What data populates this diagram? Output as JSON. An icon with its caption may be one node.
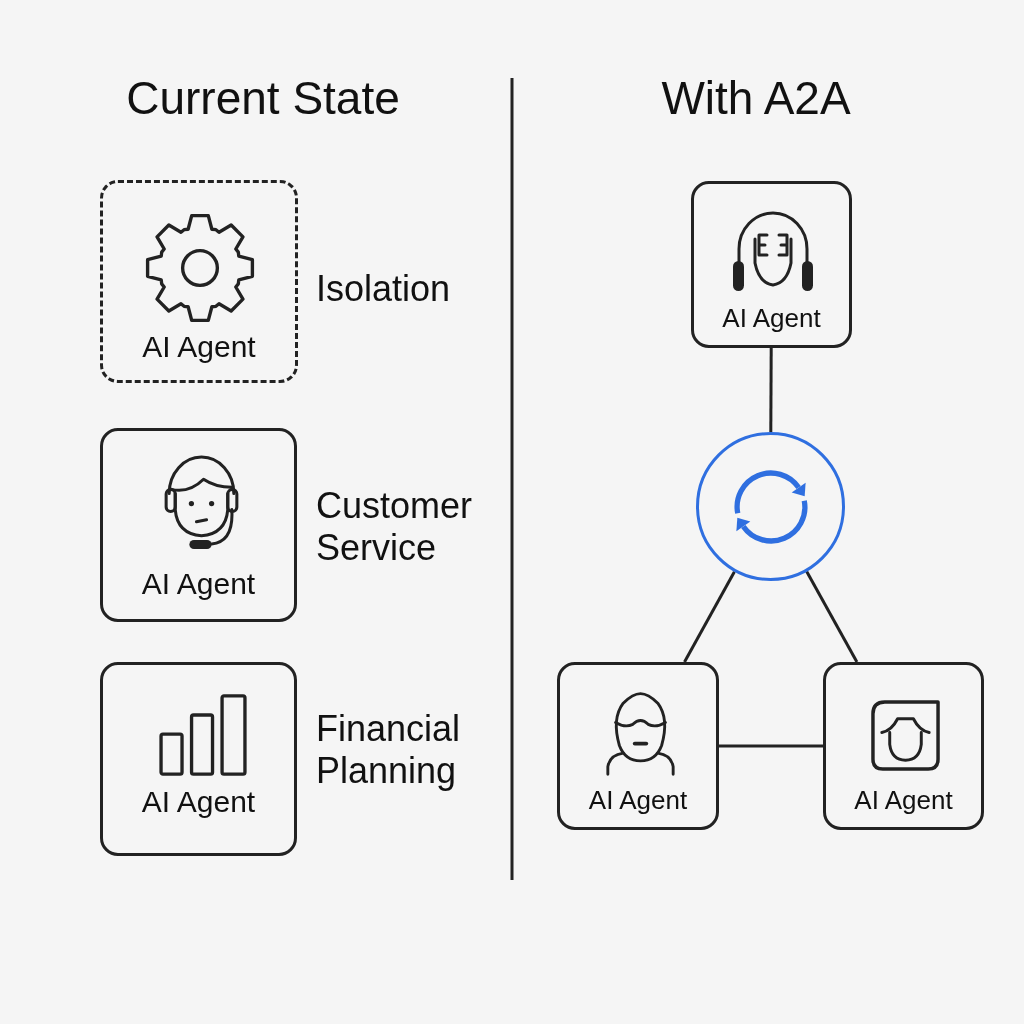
{
  "diagram": {
    "nodes": [
      {
        "text": [
          "AI Agent"
        ],
        "beside": [
          "Isolation"
        ]
      },
      {
        "text": [
          "AI Agent"
        ],
        "beside": [
          "Customer Service"
        ]
      },
      {
        "text": [
          "AI Agent"
        ],
        "beside": [
          "Financial Planning"
        ]
      },
      {
        "text": [
          "AI Agent"
        ]
      },
      {
        "text": [],
        "shape": "circle"
      },
      {
        "text": [
          "AI Agent"
        ]
      },
      {
        "text": [
          "AI Agent"
        ]
      }
    ],
    "edges": [
      {
        "from": 3,
        "to": 4,
        "arrow": "none"
      },
      {
        "from": 4,
        "to": 5,
        "arrow": "none"
      },
      {
        "from": 4,
        "to": 6,
        "arrow": "none"
      },
      {
        "from": 5,
        "to": 6,
        "arrow": "none"
      }
    ],
    "labels": [
      "Current State",
      "With A2A"
    ]
  }
}
